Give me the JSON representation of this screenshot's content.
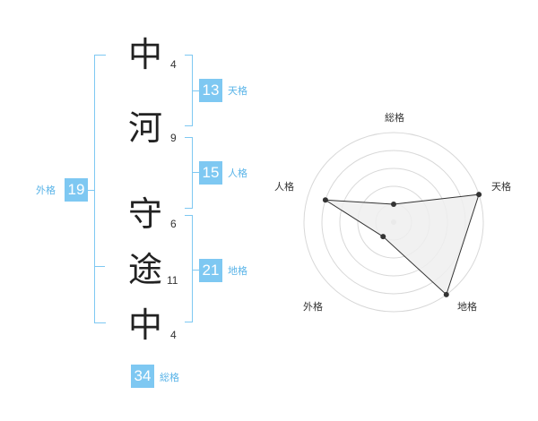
{
  "name": {
    "chars": [
      "中",
      "河",
      "守",
      "途",
      "中"
    ],
    "strokes": [
      "4",
      "9",
      "6",
      "11",
      "4"
    ]
  },
  "scores": {
    "tenkaku": {
      "value": "13",
      "label": "天格"
    },
    "jinkaku": {
      "value": "15",
      "label": "人格"
    },
    "chikaku": {
      "value": "21",
      "label": "地格"
    },
    "gaikaku": {
      "value": "19",
      "label": "外格"
    },
    "soukaku": {
      "value": "34",
      "label": "総格"
    }
  },
  "colors": {
    "accent": "#7ec8f2",
    "accent_text": "#5ab4e8",
    "radar_fill": "#eeeeee"
  },
  "chart_data": {
    "type": "radar",
    "axes": [
      "総格",
      "天格",
      "地格",
      "外格",
      "人格"
    ],
    "values": [
      1,
      5,
      5,
      1,
      4
    ],
    "max": 5
  }
}
